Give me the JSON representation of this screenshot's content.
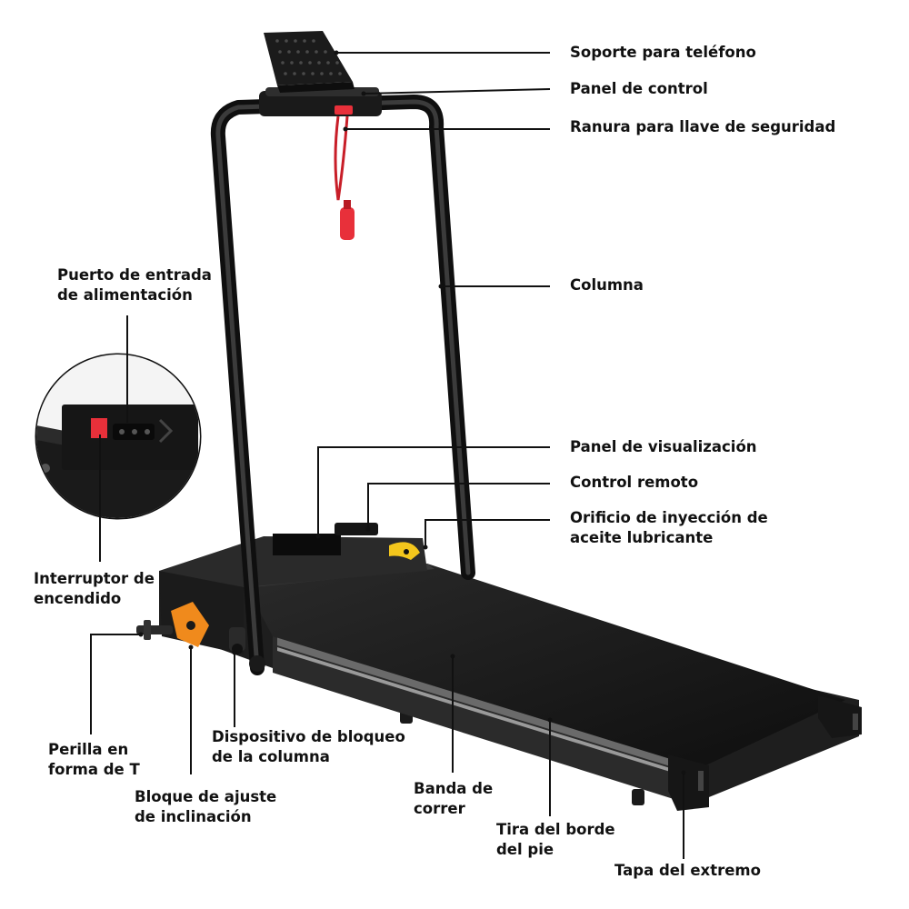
{
  "colors": {
    "frame": "#1c1c1c",
    "deck": "#161616",
    "accent_red": "#e8303a",
    "accent_orange": "#f08a1c",
    "accent_yellow": "#f3c61c",
    "leader_line": "#111111"
  },
  "callouts": {
    "phone_holder": "Soporte para teléfono",
    "control_panel": "Panel de control",
    "safety_key_slot": "Ranura para llave de seguridad",
    "column": "Columna",
    "power_input_port": "Puerto de entrada\nde alimentación",
    "display_panel": "Panel de visualización",
    "remote_control": "Control remoto",
    "lube_oil_port": "Orificio de inyección de\naceite lubricante",
    "power_switch": "Interruptor de\nencendido",
    "t_knob": "Perilla en\nforma de T",
    "column_lock": "Dispositivo de bloqueo\nde la columna",
    "running_belt": "Banda de\ncorrer",
    "incline_block": "Bloque de ajuste\nde inclinación",
    "foot_edge_strip": "Tira del borde\ndel pie",
    "end_cap": "Tapa del extremo"
  }
}
